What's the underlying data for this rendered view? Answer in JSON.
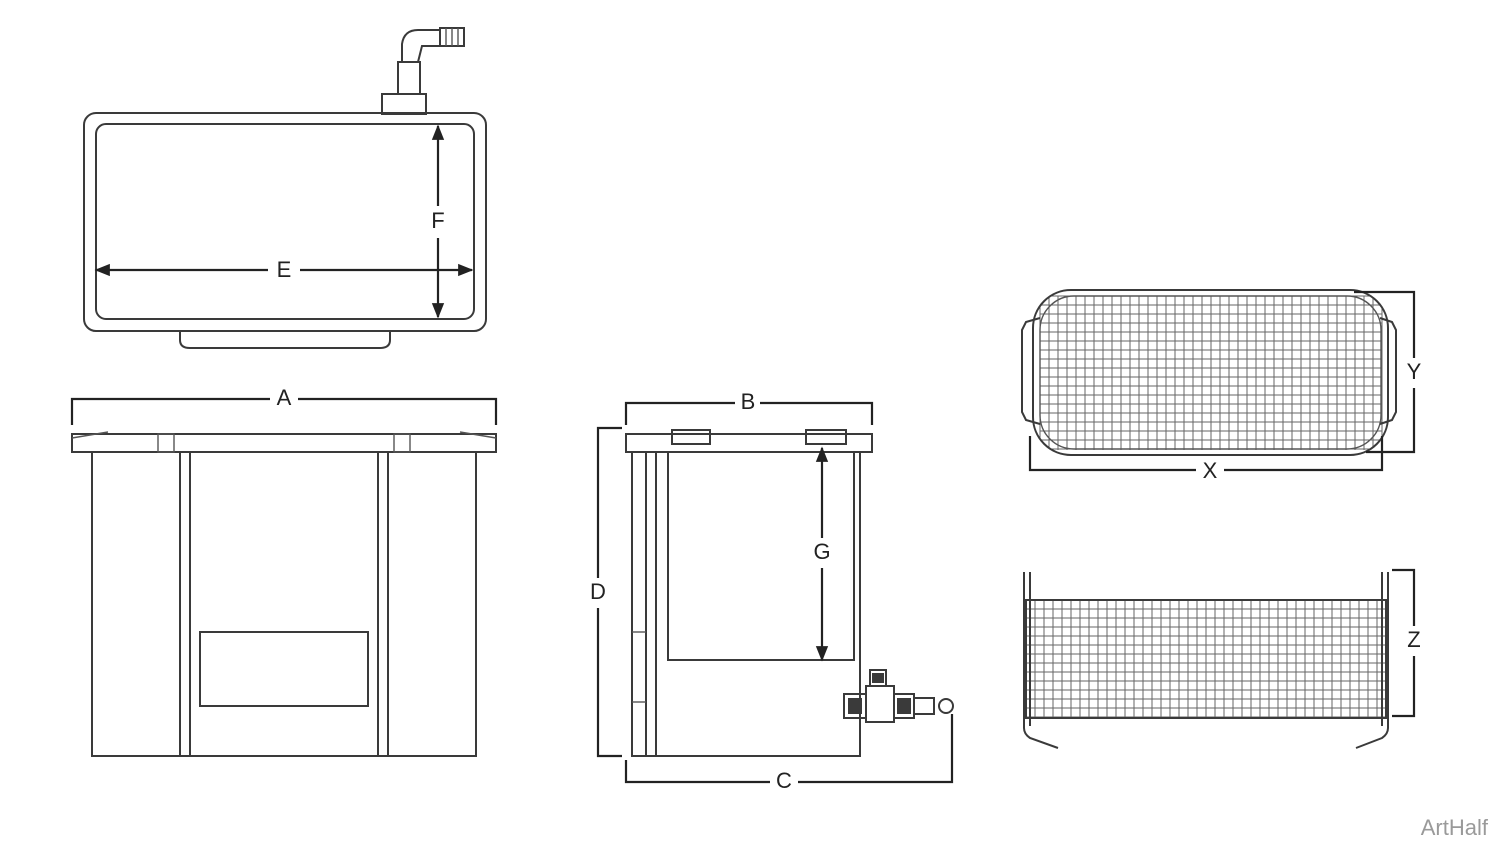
{
  "dimension_labels": {
    "A": "A",
    "B": "B",
    "C": "C",
    "D": "D",
    "E": "E",
    "F": "F",
    "G": "G",
    "X": "X",
    "Y": "Y",
    "Z": "Z"
  },
  "watermark": "ArtHalf"
}
